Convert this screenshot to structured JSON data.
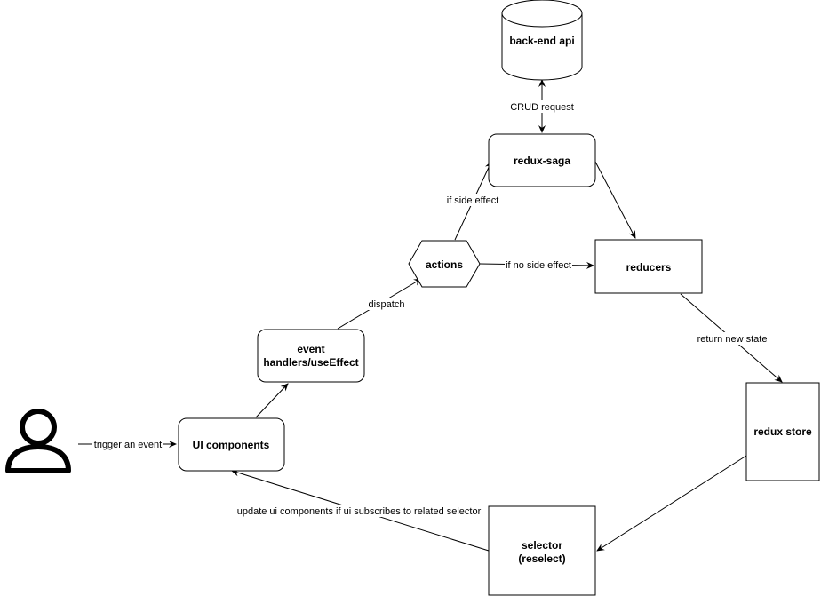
{
  "colors": {
    "stroke": "#000000",
    "fill": "#ffffff"
  },
  "nodes": {
    "user": {
      "icon": "user-icon"
    },
    "ui_components": {
      "label": "UI components"
    },
    "event_handlers": {
      "line1": "event",
      "line2": "handlers/useEffect"
    },
    "actions": {
      "label": "actions"
    },
    "redux_saga": {
      "label": "redux-saga"
    },
    "backend_api": {
      "label": "back-end api"
    },
    "reducers": {
      "label": "reducers"
    },
    "redux_store": {
      "label": "redux store"
    },
    "selector": {
      "line1": "selector",
      "line2": "(reselect)"
    }
  },
  "edges": {
    "trigger": "trigger an event",
    "dispatch": "dispatch",
    "side_effect": "if side effect",
    "no_side_effect": "if no side effect",
    "crud": "CRUD request",
    "return_state": "return new state",
    "update_ui": "update ui components if ui subscribes to related selector"
  }
}
